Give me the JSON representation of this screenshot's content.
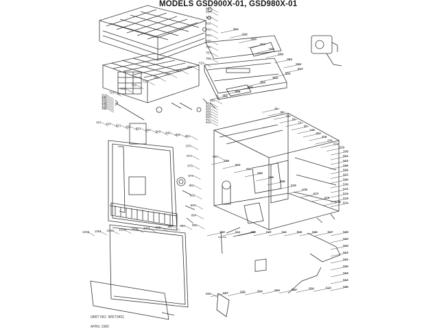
{
  "header": {
    "title": "MODELS GSD900X-01, GSD980X-01"
  },
  "footer": {
    "art_no": "(ART NO. WD7342)",
    "date": "APRIL 1980"
  },
  "part_numbers": {
    "rack": [
      "611",
      "614",
      "615",
      "616",
      "702",
      "703",
      "705",
      "706",
      "707",
      "708",
      "710",
      "711",
      "712",
      "713",
      "714",
      "715",
      "716",
      "717",
      "718",
      "719",
      "720",
      "771",
      "772",
      "773",
      "774",
      "775",
      "776",
      "779",
      "780"
    ],
    "console": [
      "801",
      "802",
      "803",
      "804",
      "806",
      "808",
      "852",
      "856",
      "857",
      "861",
      "862",
      "863",
      "864",
      "865",
      "901",
      "902",
      "903",
      "904",
      "905",
      "906",
      "908",
      "910",
      "911",
      "943"
    ],
    "tub": [
      "36",
      "50",
      "51",
      "56",
      "72",
      "98",
      "191",
      "302",
      "308",
      "371",
      "372",
      "373",
      "375",
      "551",
      "561",
      "565",
      "566",
      "567",
      "569",
      "570",
      "571",
      "572",
      "573",
      "574",
      "575",
      "576",
      "577",
      "578",
      "579",
      "580",
      "581",
      "582",
      "583",
      "584",
      "585",
      "590"
    ],
    "door": [
      "101",
      "110",
      "821",
      "822",
      "831",
      "842",
      "843",
      "845",
      "850",
      "851",
      "870",
      "872",
      "875",
      "876",
      "881",
      "882",
      "883",
      "884",
      "885",
      "886",
      "887",
      "888",
      "1001",
      "1002",
      "1003",
      "1004",
      "1091",
      "1092"
    ],
    "misc": [
      "150",
      "151",
      "152",
      "160",
      "161",
      "555",
      "556",
      "557",
      "558",
      "562",
      "563",
      "564",
      "591",
      "592",
      "593",
      "594",
      "595",
      "610",
      "650",
      "652",
      "653",
      "654",
      "655",
      "657",
      "658"
    ]
  }
}
